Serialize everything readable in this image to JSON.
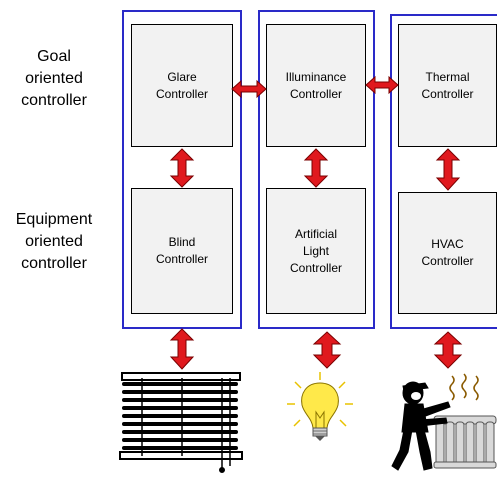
{
  "labels": {
    "goal": "Goal\noriented\ncontroller",
    "equipment": "Equipment\noriented\ncontroller"
  },
  "columns": [
    {
      "goal": "Glare\nController",
      "equipment": "Blind\nController"
    },
    {
      "goal": "Illuminance\nController",
      "equipment": "Artificial\nLight\nController"
    },
    {
      "goal": "Thermal\nController",
      "equipment": "HVAC\nController"
    }
  ],
  "colors": {
    "column_border": "#2a2ac8",
    "arrow_fill": "#e0191e",
    "arrow_stroke": "#7a0000",
    "box_fill": "#f2f2f2"
  },
  "icons": [
    "window-blind-icon",
    "light-bulb-icon",
    "person-at-heater-icon"
  ]
}
